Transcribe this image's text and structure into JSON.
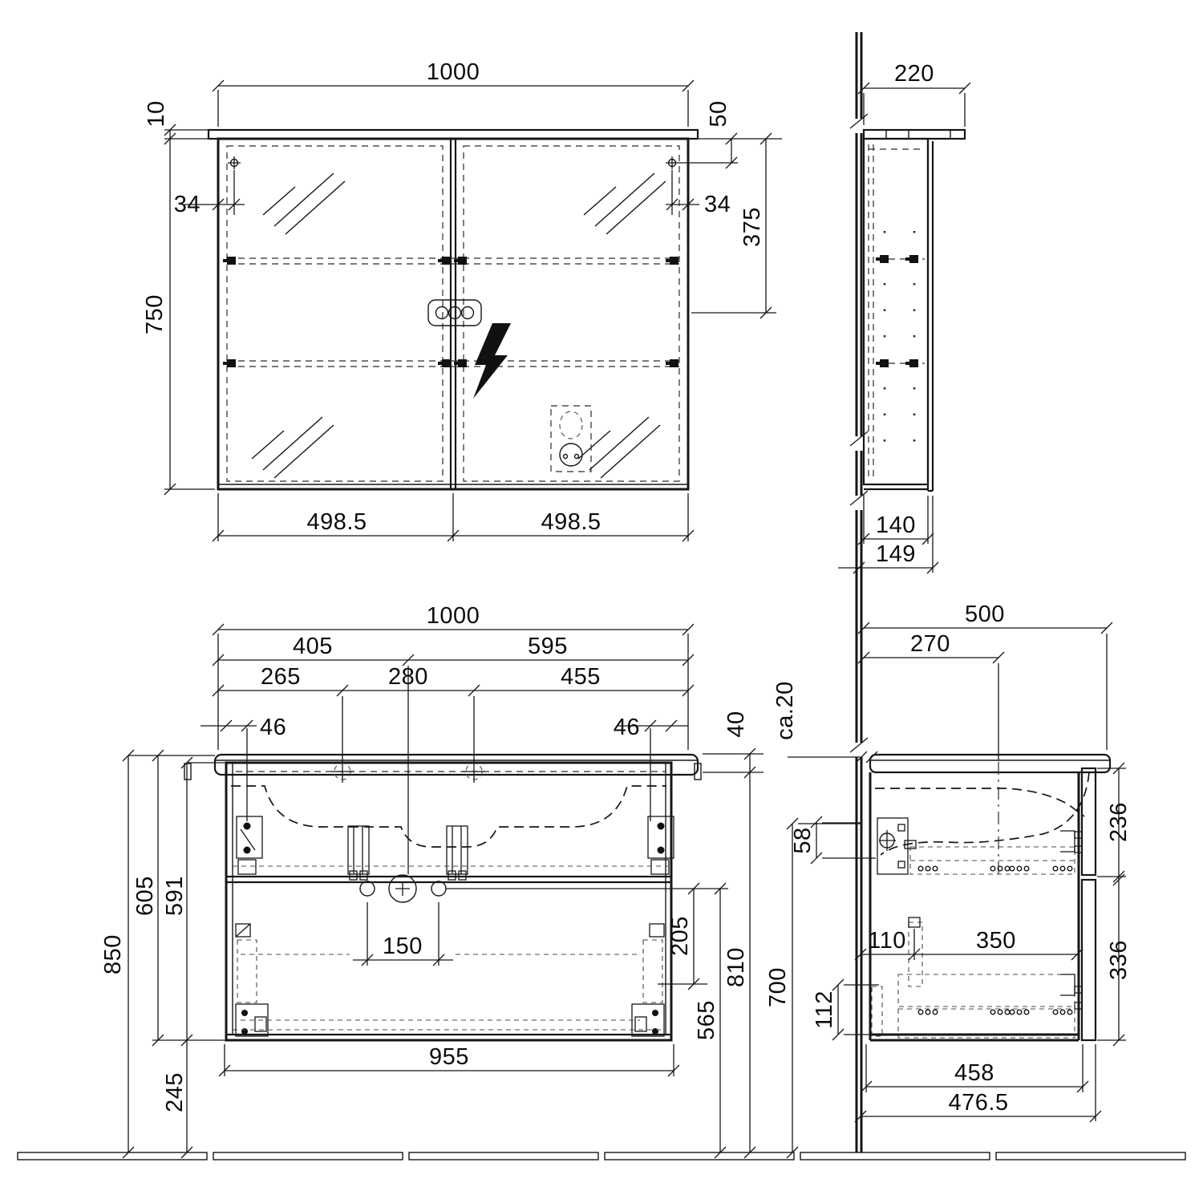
{
  "drawing": {
    "background": "#ffffff",
    "line_color": "#161616",
    "views": {
      "mirror_front": {
        "label": "mirror-cabinet-front-view",
        "dims": {
          "width": "1000",
          "top_panel": "10",
          "height": "750",
          "hinge_left": "34",
          "hinge_right": "34",
          "hinge_top": "50",
          "hinge_mid": "375",
          "door_left": "498.5",
          "door_right": "498.5"
        }
      },
      "mirror_side": {
        "label": "mirror-cabinet-side-view",
        "dims": {
          "depth": "220",
          "body_depth": "140",
          "total_depth": "149"
        }
      },
      "vanity_front": {
        "label": "vanity-unit-front-view",
        "dims": {
          "width": "1000",
          "left_span": "405",
          "right_span": "595",
          "hole_left": "265",
          "hole_gap": "280",
          "hole_right": "455",
          "fix_left": "46",
          "fix_right": "46",
          "top_thickness": "40",
          "height_total": "850",
          "height_with_basin": "605",
          "cabinet_height": "591",
          "floor_gap": "245",
          "pipe_gap": "150",
          "body_width": "955",
          "drawer_zone": "205",
          "pipe_to_floor": "565",
          "mount_height": "810"
        }
      },
      "vanity_side": {
        "label": "vanity-unit-side-view",
        "dims": {
          "depth": "500",
          "drain_depth": "270",
          "wall_gap": "ca.20",
          "rail_offset": "58",
          "service_height": "700",
          "plinth": "112",
          "back_offset": "110",
          "slide_length": "350",
          "upper_front": "236",
          "lower_front": "336",
          "body_depth": "458",
          "total_depth": "476.5"
        }
      }
    }
  }
}
